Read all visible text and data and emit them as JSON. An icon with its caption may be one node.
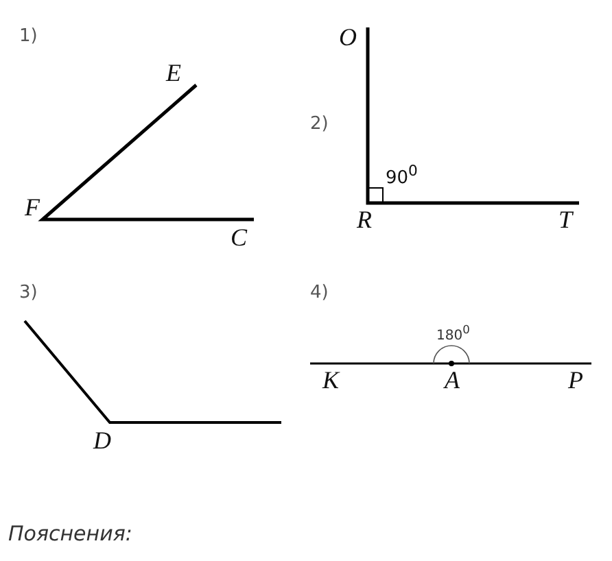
{
  "diagram": {
    "labels": [
      "1)",
      "E",
      "F",
      "C",
      "2)",
      "O",
      "90$^{0}$",
      "R",
      "T",
      "3)",
      "4)",
      "180$^{0}$",
      "K",
      "A",
      "P",
      "D",
      "Пояснения:"
    ]
  }
}
